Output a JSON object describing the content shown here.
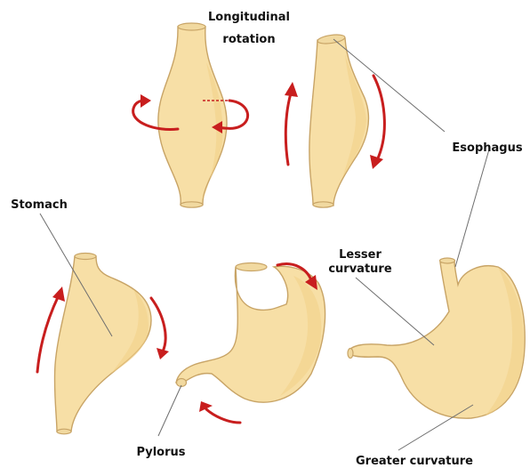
{
  "colors": {
    "organ_fill": "#f7dfa6",
    "organ_outline": "#c8a466",
    "arrow": "#c81e1e",
    "leader_line": "#6e6e6e",
    "label_text": "#111111",
    "background": "#ffffff"
  },
  "labels": {
    "longitudinal_line1": "Longitudinal",
    "longitudinal_line2": "rotation",
    "esophagus": "Esophagus",
    "stomach": "Stomach",
    "lesser_line1": "Lesser",
    "lesser_line2": "curvature",
    "pylorus": "Pylorus",
    "greater_curvature": "Greater curvature"
  },
  "stages": [
    "stage-1-fusiform",
    "stage-2-rotating",
    "stage-3-curved",
    "stage-4-j-shaped",
    "stage-5-mature"
  ]
}
